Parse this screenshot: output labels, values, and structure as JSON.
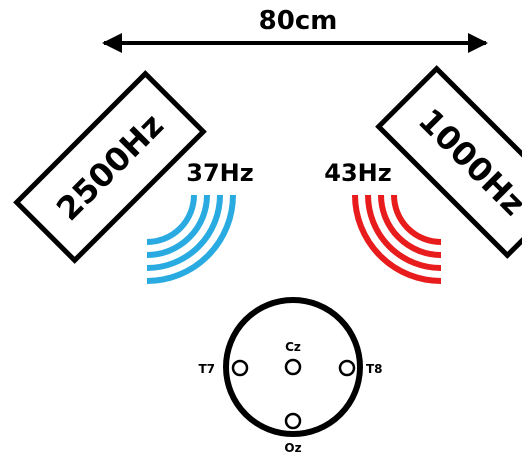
{
  "distance": {
    "label": "80cm"
  },
  "speakers": [
    {
      "id": "left",
      "carrier_label": "2500Hz",
      "modulation_label": "37Hz",
      "wave_color": "#29abe2"
    },
    {
      "id": "right",
      "carrier_label": "1000Hz",
      "modulation_label": "43Hz",
      "wave_color": "#e81c1c"
    }
  ],
  "head": {
    "electrodes": [
      {
        "id": "cz",
        "label": "Cz"
      },
      {
        "id": "t7",
        "label": "T7"
      },
      {
        "id": "t8",
        "label": "T8"
      },
      {
        "id": "oz",
        "label": "Oz"
      }
    ]
  },
  "colors": {
    "ink": "#000000",
    "background": "#ffffff"
  }
}
